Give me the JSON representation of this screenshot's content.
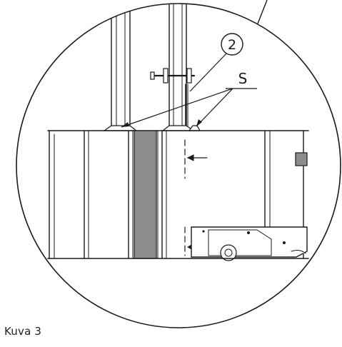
{
  "figure": {
    "caption": "Kuva 3",
    "callout_number": "2",
    "weld_label": "S"
  },
  "colors": {
    "line": "#1a1a1a",
    "band": "#8c8c8c",
    "background": "#ffffff"
  }
}
